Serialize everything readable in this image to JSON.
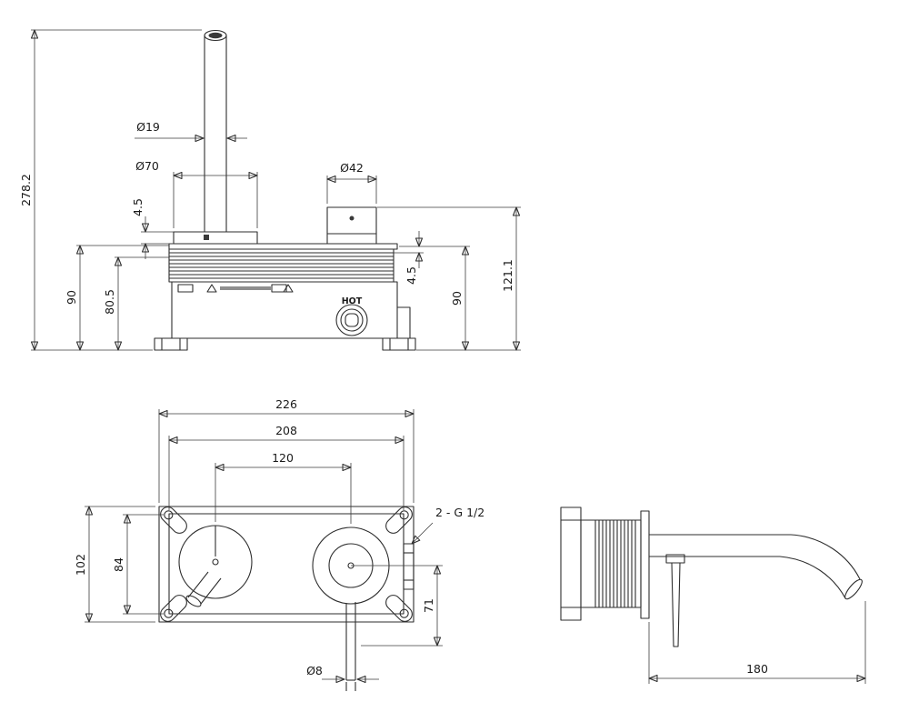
{
  "drawing": {
    "front": {
      "overall_height": "278.2",
      "left_body_height": "90",
      "cartridge_depth": "80.5",
      "flange_thickness": "4.5",
      "spout_diameter": "Ø19",
      "escutcheon_diameter": "Ø70",
      "handle_diameter": "Ø42",
      "right_plate_thickness": "4.5",
      "right_body_height": "90",
      "handle_height": "121.1",
      "hot_label": "HOT"
    },
    "plan": {
      "overall_width": "226",
      "inner_width": "208",
      "valve_center_distance": "120",
      "overall_depth": "102",
      "mounting_hole_spacing": "84",
      "lever_offset": "71",
      "lever_diameter": "Ø8",
      "connection_label": "2 - G 1/2"
    },
    "side": {
      "spout_reach": "180"
    }
  }
}
